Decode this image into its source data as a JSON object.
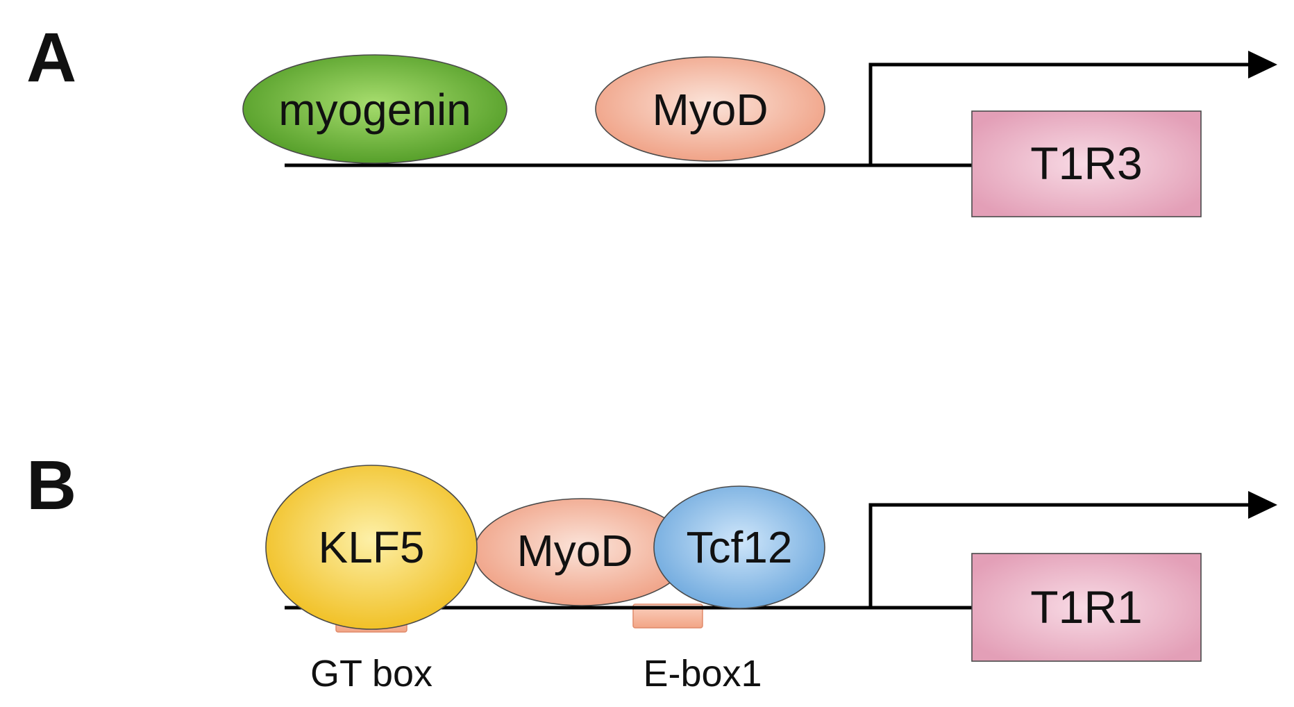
{
  "panels": [
    {
      "letter": "A",
      "factors": [
        {
          "label": "myogenin",
          "color": "#6dbf3a"
        },
        {
          "label": "MyoD",
          "color": "#f3b49f"
        }
      ],
      "gene": {
        "label": "T1R3",
        "color": "#eab2c5"
      }
    },
    {
      "letter": "B",
      "factors": [
        {
          "label": "KLF5",
          "color": "#f6d24c"
        },
        {
          "label": "MyoD",
          "color": "#f3b49f"
        },
        {
          "label": "Tcf12",
          "color": "#8fbde6"
        }
      ],
      "sites": [
        {
          "label": "GT box"
        },
        {
          "label": "E-box1"
        }
      ],
      "gene": {
        "label": "T1R1",
        "color": "#eab2c5"
      }
    }
  ]
}
